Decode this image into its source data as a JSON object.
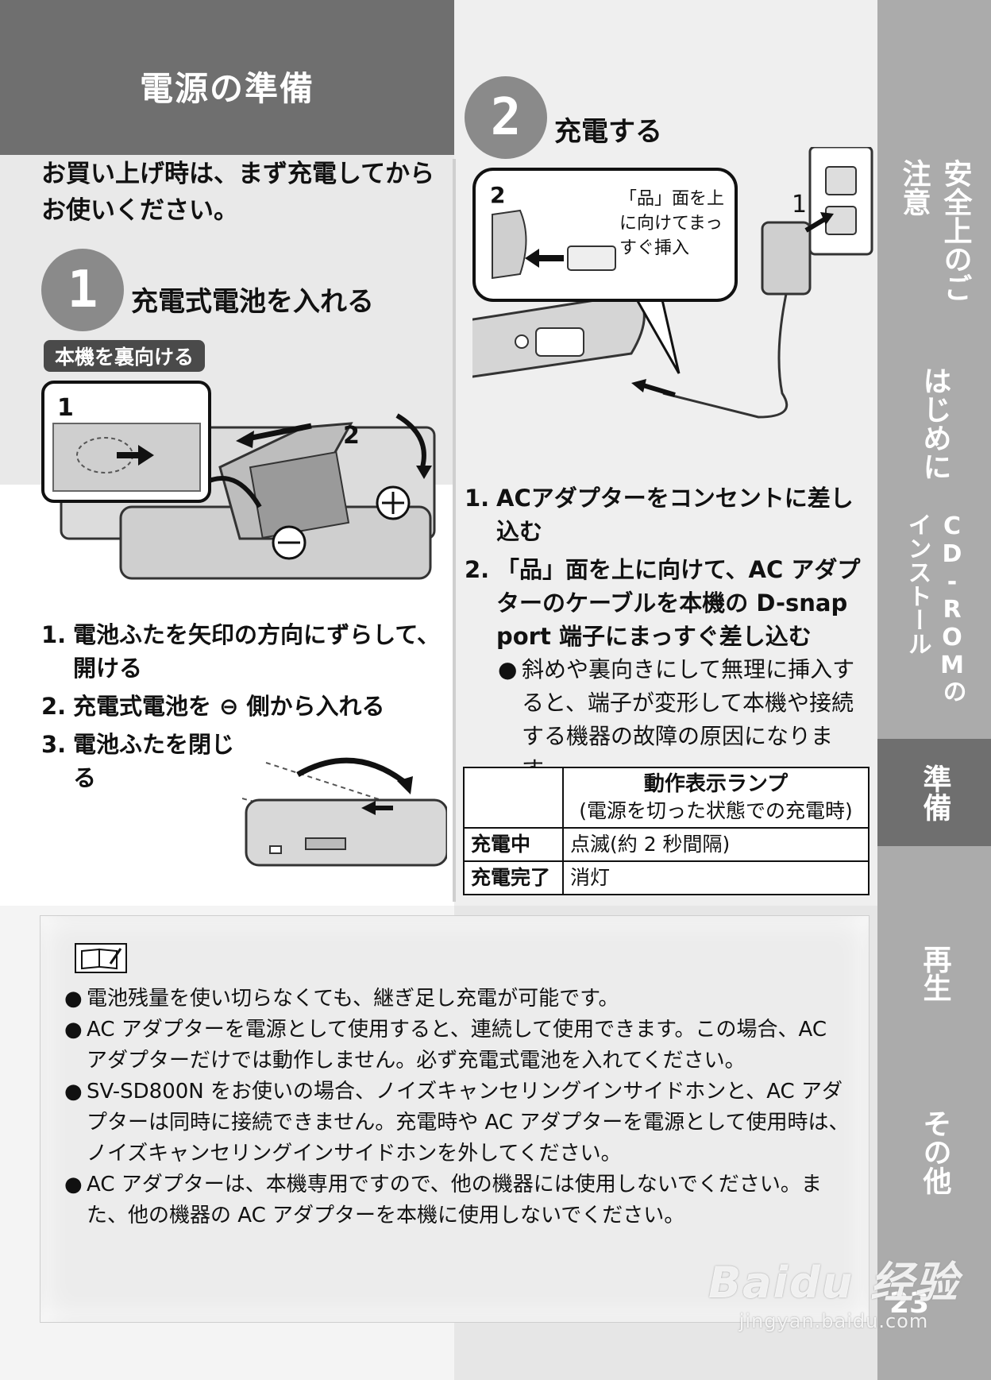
{
  "header": {
    "title": "電源の準備"
  },
  "intro": {
    "text": "お買い上げ時は、まず充電してからお使いください。"
  },
  "step1": {
    "number": "1",
    "title": "充電式電池を入れる",
    "pill": "本機を裏向ける",
    "figure_labels": {
      "inset": "1",
      "arrow": "2"
    },
    "items": [
      {
        "num": "1.",
        "text": "電池ふたを矢印の方向にずらして、開ける"
      },
      {
        "num": "2.",
        "text": "充電式電池を ⊖ 側から入れる"
      },
      {
        "num": "3.",
        "text": "電池ふたを閉じる"
      }
    ]
  },
  "step2": {
    "number": "2",
    "title": "充電する",
    "figure_labels": {
      "inset": "2",
      "outlet": "1",
      "callout": "「品」面を上に向けてまっすぐ挿入"
    },
    "items": [
      {
        "num": "1.",
        "text": "ACアダプターをコンセントに差し込む"
      },
      {
        "num": "2.",
        "text": "「品」面を上に向けて、AC アダプターのケーブルを本機の D-snap port 端子にまっすぐ差し込む"
      }
    ],
    "note": "斜めや裏向きにして無理に挿入すると、端子が変形して本機や接続する機器の故障の原因になります。"
  },
  "lamp_table": {
    "header_main": "動作表示ランプ",
    "header_sub": "(電源を切った状態での充電時)",
    "rows": [
      {
        "label": "充電中",
        "value": "点滅(約 2 秒間隔)"
      },
      {
        "label": "充電完了",
        "value": "消灯"
      }
    ]
  },
  "memo": {
    "items": [
      "電池残量を使い切らなくても、継ぎ足し充電が可能です。",
      "AC アダプターを電源として使用すると、連続して使用できます。この場合、AC アダプターだけでは動作しません。必ず充電式電池を入れてください。",
      "SV-SD800N をお使いの場合、ノイズキャンセリングインサイドホンと、AC アダプターは同時に接続できません。充電時や AC アダプターを電源として使用時は、ノイズキャンセリングインサイドホンを外してください。",
      "AC アダプターは、本機専用ですので、他の機器には使用しないでください。また、他の機器の AC アダプターを本機に使用しないでください。"
    ]
  },
  "side_tabs": [
    {
      "label": "安全上のご注意",
      "active": false
    },
    {
      "label": "はじめに",
      "active": false
    },
    {
      "label": "CD-ROMのインストール",
      "active": false
    },
    {
      "label": "準備",
      "active": true
    },
    {
      "label": "再生",
      "active": false
    },
    {
      "label": "その他",
      "active": false
    }
  ],
  "page_number": "23",
  "watermark": {
    "main": "Baidu 经验",
    "sub": "jingyan.baidu.com"
  }
}
